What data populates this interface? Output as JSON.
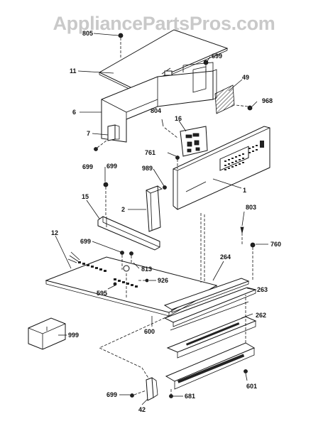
{
  "watermark": "AppliancePartsPros.com",
  "top_note": "...",
  "callouts": {
    "c805": "805",
    "c11": "11",
    "c699a": "699",
    "c49": "49",
    "c6": "6",
    "c968": "968",
    "c804": "804",
    "c16": "16",
    "c7": "7",
    "c761": "761",
    "c699b": "699",
    "c699c": "699",
    "c989": "989",
    "c1": "1",
    "c15": "15",
    "c2": "2",
    "c803": "803",
    "c12": "12",
    "c699d": "699",
    "c760": "760",
    "c813": "813",
    "c264": "264",
    "c926": "926",
    "c263": "263",
    "c595": "595",
    "c600": "600",
    "c262": "262",
    "c999": "999",
    "c601": "601",
    "c699e": "699",
    "c681": "681",
    "c42": "42"
  }
}
